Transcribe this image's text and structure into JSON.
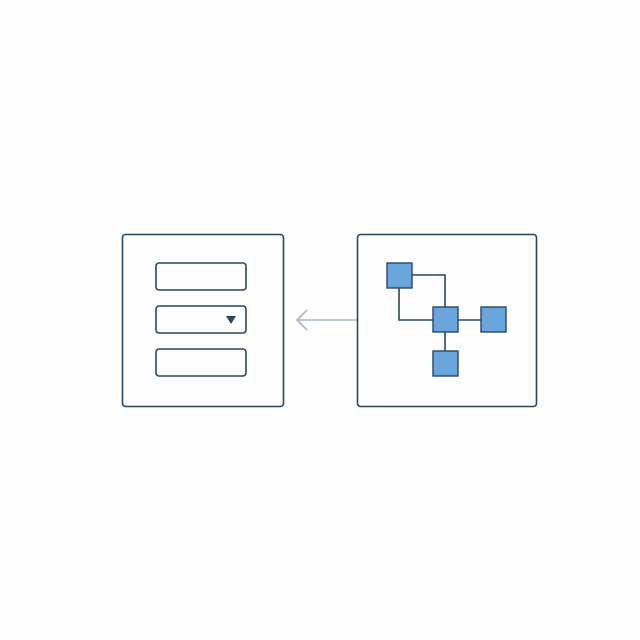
{
  "colors": {
    "background": "#fdfdfd",
    "outline": "#2c4560",
    "node_fill": "#6aa6db",
    "arrow": "#a9b7c8"
  },
  "left_panel": {
    "fields": [
      {
        "type": "text-input"
      },
      {
        "type": "dropdown",
        "icon": "caret-down-icon"
      },
      {
        "type": "text-input"
      }
    ]
  },
  "right_panel": {
    "nodes": 4
  },
  "connector": {
    "direction": "right-to-left",
    "icon": "arrow-left-icon"
  }
}
